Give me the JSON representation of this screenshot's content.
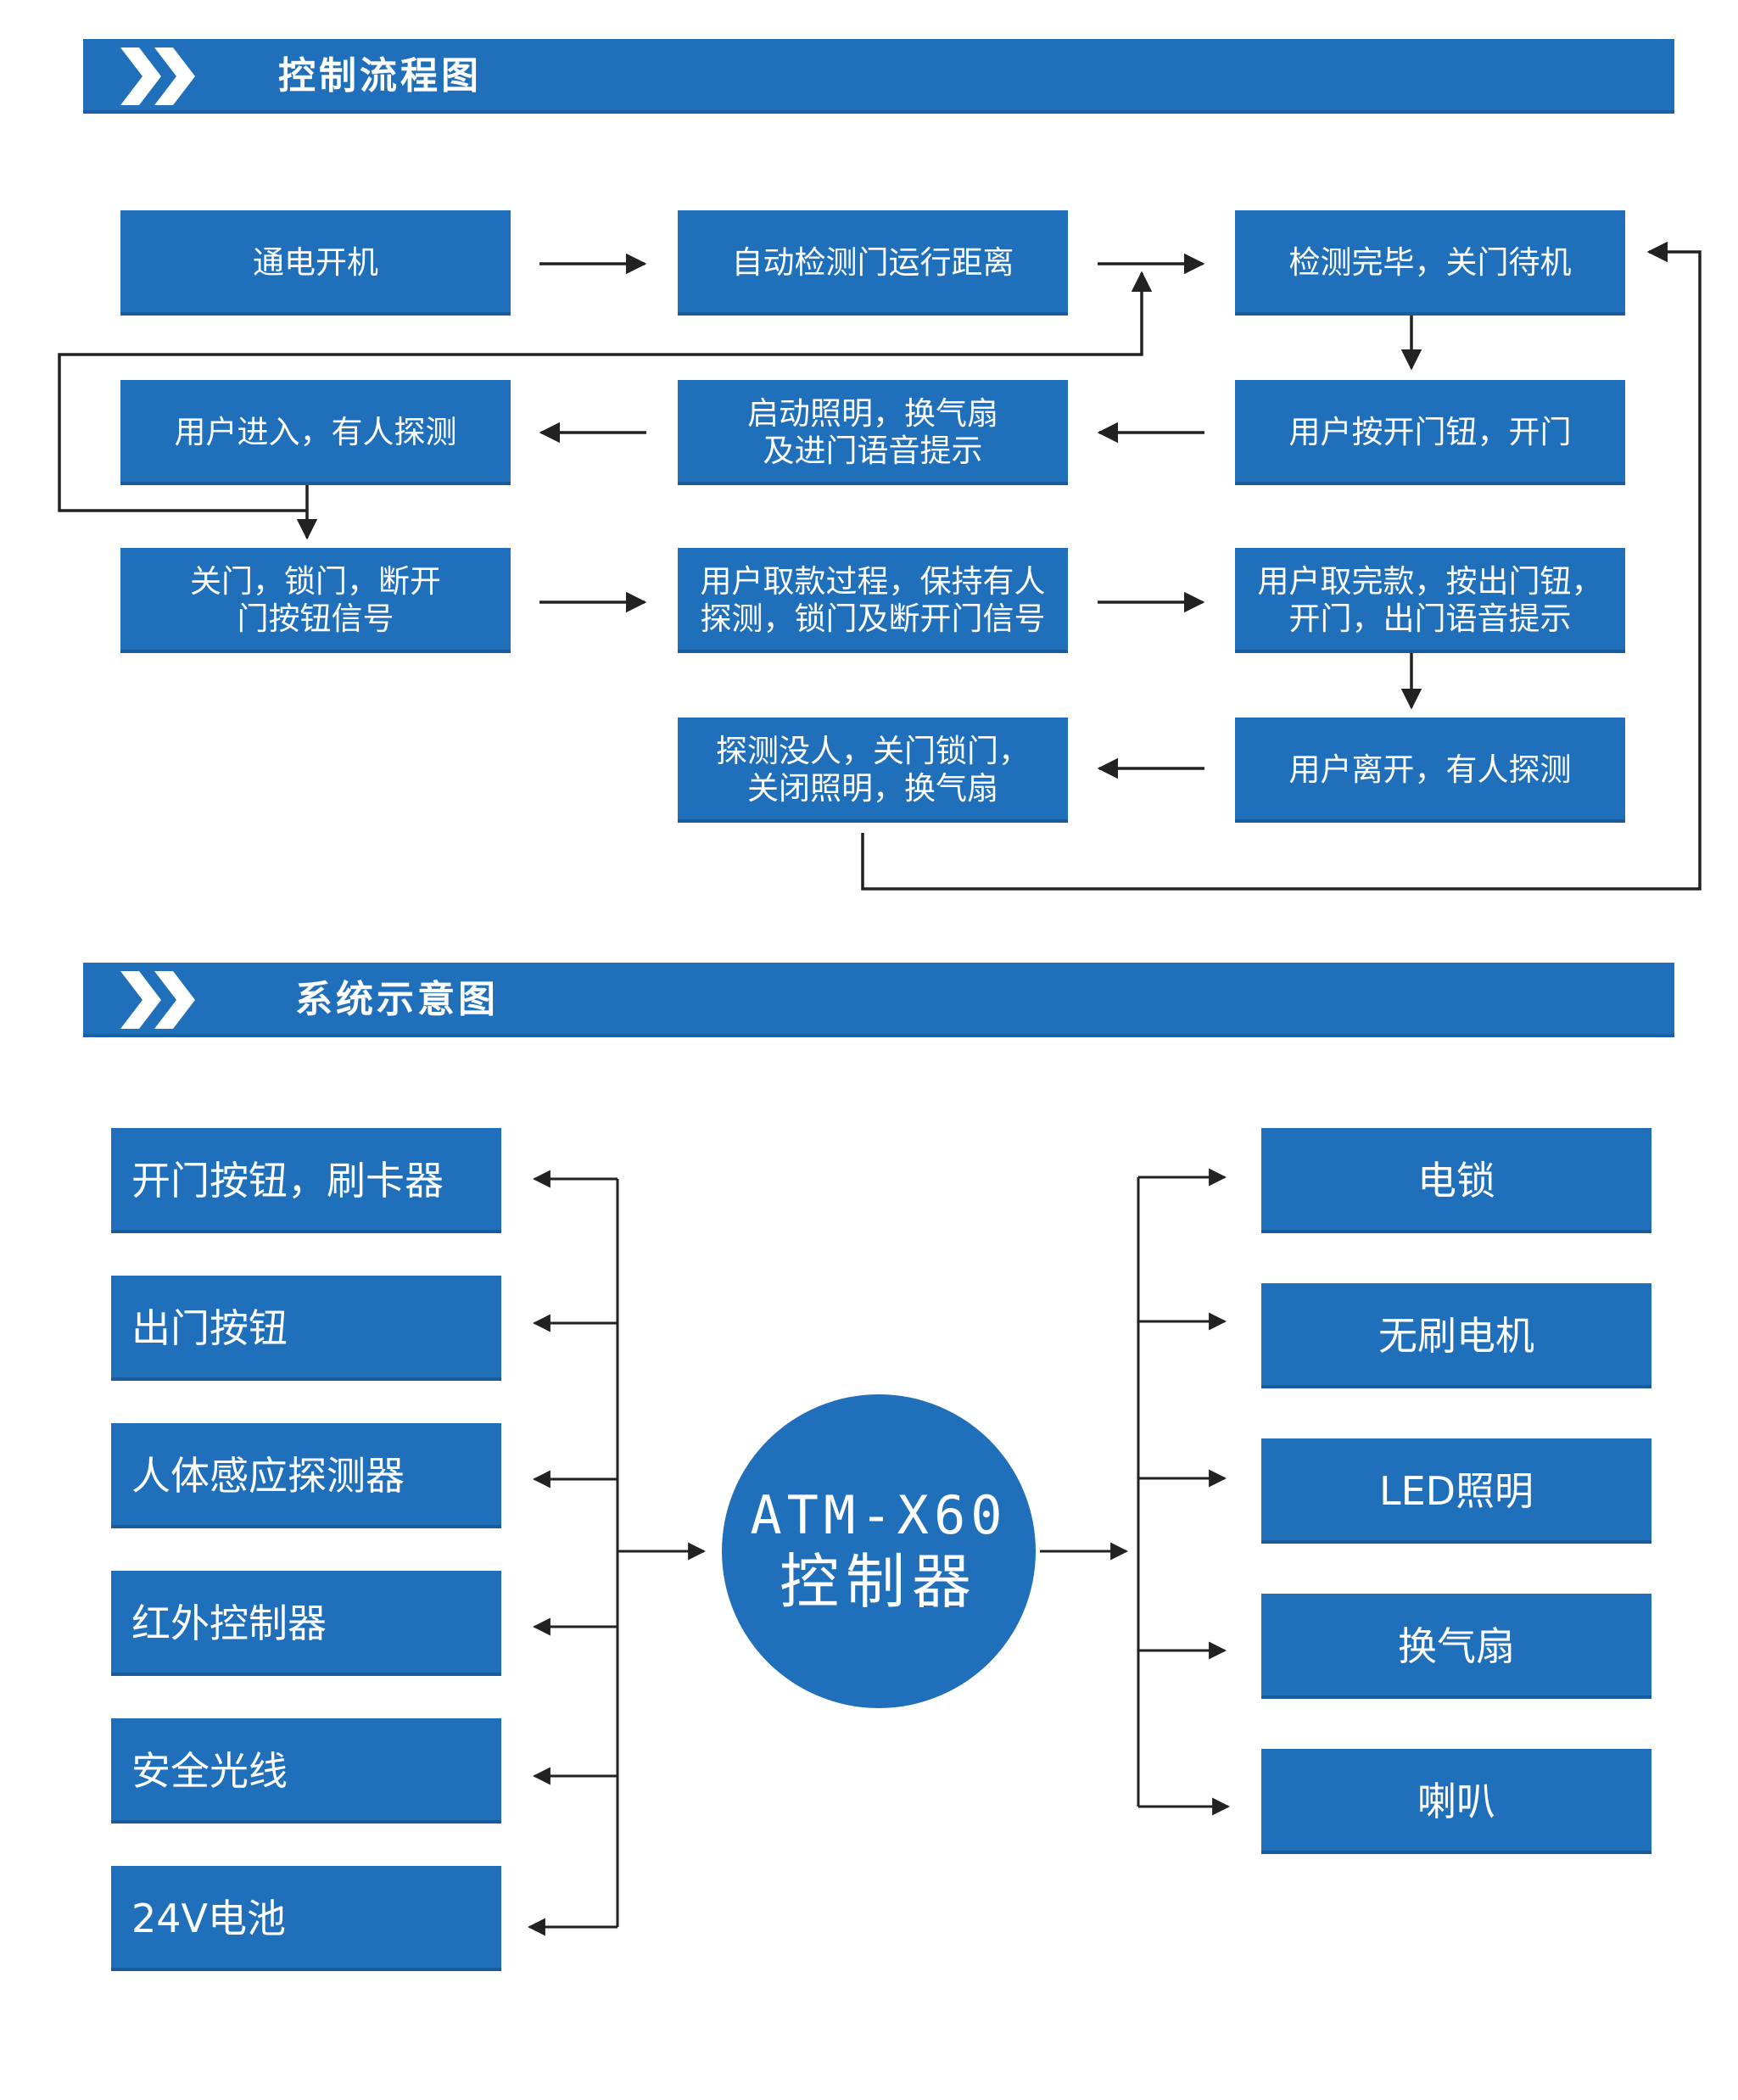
{
  "sections": {
    "flowchart_title": "控制流程图",
    "system_title": "系统示意图"
  },
  "flow": {
    "power_on": "通电开机",
    "auto_detect": "自动检测门运行距离",
    "standby": "检测完毕，关门待机",
    "press_open": "用户按开门钮，开门",
    "light_fan": "启动照明，换气扇\n及进门语音提示",
    "enter": "用户进入，有人探测",
    "lock": "关门，锁门，断开\n门按钮信号",
    "withdraw": "用户取款过程，保持有人\n探测，锁门及断开门信号",
    "finish": "用户取完款，按出门钮，\n开门，出门语音提示",
    "leave": "用户离开，有人探测",
    "nobody": "探测没人，关门锁门，\n关闭照明，换气扇"
  },
  "system": {
    "controller_model": "ATM-X60",
    "controller_label": "控制器",
    "inputs": [
      "开门按钮，刷卡器",
      "出门按钮",
      "人体感应探测器",
      "红外控制器",
      "安全光线",
      "24V电池"
    ],
    "outputs": [
      "电锁",
      "无刷电机",
      "LED照明",
      "换气扇",
      "喇叭"
    ]
  },
  "colors": {
    "primary": "#1f6fba",
    "line": "#222222"
  }
}
